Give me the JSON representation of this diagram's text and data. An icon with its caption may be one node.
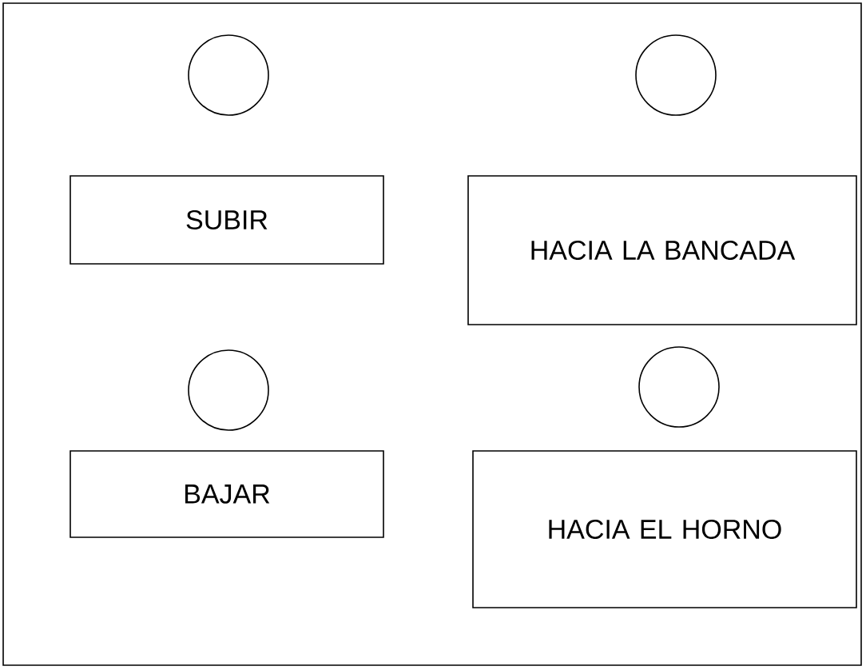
{
  "diagram": {
    "nodes": [
      {
        "text": [],
        "shape": "circle"
      },
      {
        "text": [],
        "shape": "circle"
      },
      {
        "text": [
          "SUBIR"
        ]
      },
      {
        "text": [
          "HACIA LA BANCADA"
        ]
      },
      {
        "text": [],
        "shape": "circle"
      },
      {
        "text": [],
        "shape": "circle"
      },
      {
        "text": [
          "BAJAR"
        ]
      },
      {
        "text": [
          "HACIA EL HORNO"
        ]
      }
    ]
  }
}
